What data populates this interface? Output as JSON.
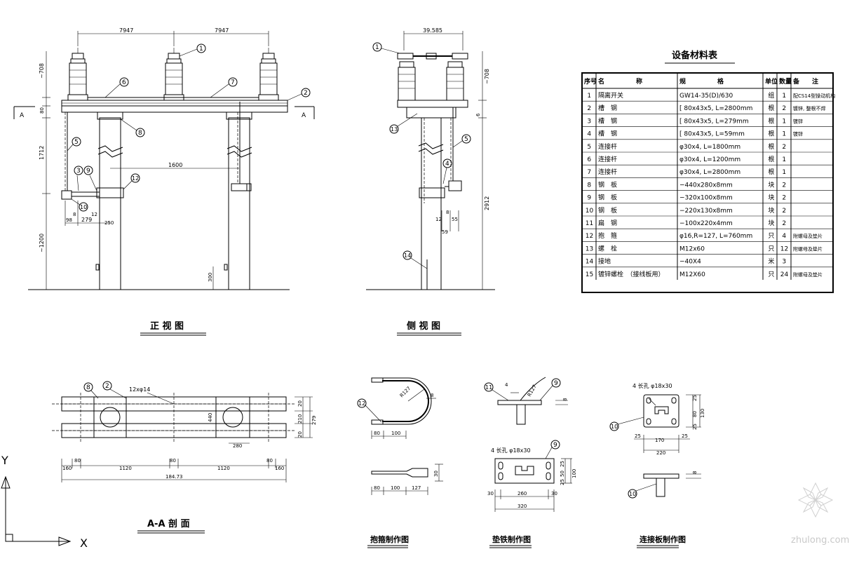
{
  "views": {
    "front": "正 视 图",
    "side": "侧 视 图",
    "section": "A-A 剖 面",
    "clamp": "抱箍制作图",
    "pad": "垫铁制作图",
    "plate": "连接板制作图"
  },
  "table": {
    "title": "设备材料表",
    "headers": [
      "序号",
      "名　　　　　称",
      "规　　　　　格",
      "单位",
      "数量",
      "备　　注"
    ],
    "rows": [
      [
        "1",
        "隔离开关",
        "GW14-35(D)/630",
        "组",
        "1",
        "配CS14型操动机构"
      ],
      [
        "2",
        "槽　钢",
        "[ 80x43x5, L=2800mm",
        "根",
        "2",
        "镀锌, 整根不焊"
      ],
      [
        "3",
        "槽　钢",
        "[ 80x43x5, L=279mm",
        "根",
        "1",
        "镀锌"
      ],
      [
        "4",
        "槽　钢",
        "[ 80x43x5, L=59mm",
        "根",
        "1",
        "镀锌"
      ],
      [
        "5",
        "连接杆",
        "φ30x4, L=1800mm",
        "根",
        "2",
        ""
      ],
      [
        "6",
        "连接杆",
        "φ30x4, L=1200mm",
        "根",
        "1",
        ""
      ],
      [
        "7",
        "连接杆",
        "φ30x4, L=2800mm",
        "根",
        "1",
        ""
      ],
      [
        "8",
        "钢　板",
        "−440x280x8mm",
        "块",
        "2",
        ""
      ],
      [
        "9",
        "钢　板",
        "−320x100x8mm",
        "块",
        "2",
        ""
      ],
      [
        "10",
        "钢　板",
        "−220x130x8mm",
        "块",
        "2",
        ""
      ],
      [
        "11",
        "扁　钢",
        "−100x220x4mm",
        "块",
        "2",
        ""
      ],
      [
        "12",
        "抱　箍",
        "φ16,R=127, L=760mm",
        "只",
        "4",
        "附螺母及垫片"
      ],
      [
        "13",
        "螺　栓",
        "M12x60",
        "只",
        "12",
        "附螺母及垫片"
      ],
      [
        "14",
        "接地",
        "−40X4",
        "米",
        "3",
        ""
      ],
      [
        "15",
        "镀锌螺栓　（接线板用）",
        "M12X60",
        "只",
        "24",
        "附螺母及垫片"
      ]
    ]
  },
  "dims": {
    "front": {
      "span": "7947",
      "insulator": "~708",
      "channel": "80",
      "upper": "1712",
      "lower": "~1200",
      "pole_gap": "1600",
      "d279": "279",
      "d98": "98",
      "d8": "8",
      "d12": "12",
      "d250": "250",
      "ground": "300",
      "sectA": "A"
    },
    "side": {
      "top": "39.585",
      "insulator": "~708",
      "d6": "6",
      "total": "2912",
      "d8": "8",
      "d12": "12",
      "d15": "55",
      "d59": "59"
    },
    "section": {
      "holes": "12xφ14",
      "w20": "20",
      "w440": "440",
      "w210": "210",
      "w279": "279",
      "w280": "280",
      "d80": "80",
      "d1120": "1120",
      "d160": "160",
      "total": "184.73"
    },
    "clamp": {
      "r": "R127",
      "d8": "8",
      "d80": "80",
      "d100": "100",
      "d127": "127",
      "d30": "30"
    },
    "pad": {
      "d4": "4",
      "d8": "8",
      "r": "R127",
      "holes": "4 长孔  φ18x30",
      "d25": "25",
      "d50": "50",
      "d100": "100",
      "d30": "30",
      "d260": "260",
      "d320": "320"
    },
    "plate": {
      "holes": "4 长孔  φ18x30",
      "d25": "25",
      "d80": "80",
      "d130": "130",
      "d170": "170",
      "d220": "220",
      "d8": "8"
    }
  },
  "axes": {
    "x": "X",
    "y": "Y"
  },
  "watermark": "zhulong.com"
}
